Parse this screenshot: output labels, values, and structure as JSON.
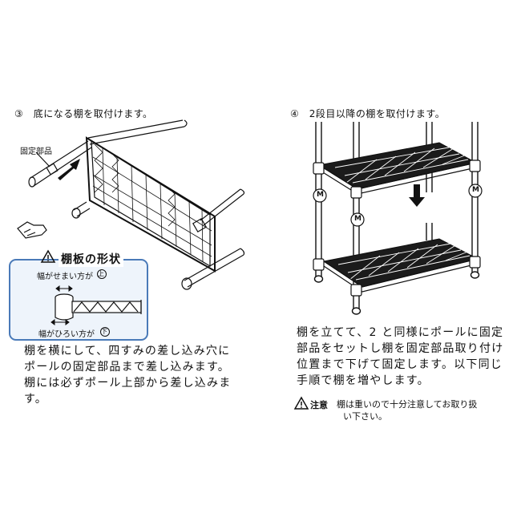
{
  "step3": {
    "title": "③　底になる棚を取付けます。",
    "part_label": "固定部品",
    "callout_title": "棚板の形状",
    "narrow_label": "幅がせまい方が",
    "narrow_mark": "上",
    "wide_label": "幅がひろい方が",
    "wide_mark": "下",
    "body": [
      "棚を横にして、四すみの差し込み穴に",
      "ポールの固定部品まで差し込みます。",
      "棚には必ずポール上部から差し込みま",
      "す。"
    ]
  },
  "step4": {
    "title": "④　2段目以降の棚を取付けます。",
    "body": [
      "棚を立てて、2 と同様にポールに固定",
      "部品をセットし棚を固定部品取り付け",
      "位置まで下げて固定します。以下同じ",
      "手順で棚を増やします。"
    ],
    "caution_label": "注意",
    "caution_text": [
      "棚は重いので十分注意してお取り扱",
      "い下さい。"
    ],
    "badge": "M"
  },
  "colors": {
    "ink": "#111111",
    "callout_border": "#4a7ab8",
    "callout_fill": "#eef4fb"
  },
  "icons": [
    "warning-triangle-icon",
    "down-arrow-icon",
    "right-arrow-icon",
    "pointing-hand-icon"
  ]
}
